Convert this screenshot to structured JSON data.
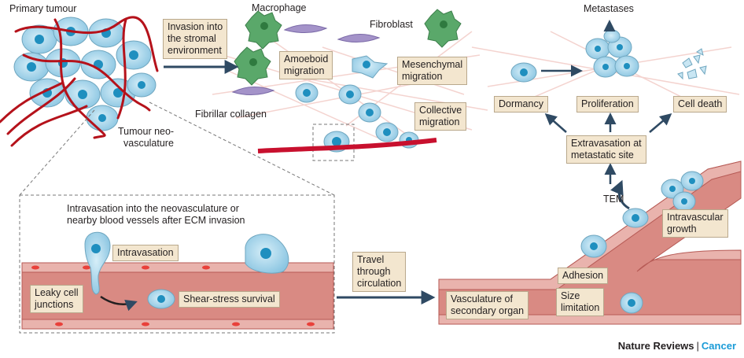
{
  "labels": {
    "primary_tumour": "Primary tumour",
    "tumour_neovasculature": [
      "Tumour neo-",
      "vasculature"
    ],
    "macrophage": "Macrophage",
    "fibroblast": "Fibroblast",
    "fibrillar_collagen": "Fibrillar collagen",
    "metastases": "Metastases",
    "tem": "TEM",
    "intravasation_caption": [
      "Intravasation into the neovasculature or",
      "nearby blood vessels after ECM invasion"
    ]
  },
  "boxes": {
    "invasion": [
      "Invasion into",
      "the stromal",
      "environment"
    ],
    "amoeboid": [
      "Amoeboid",
      "migration"
    ],
    "mesenchymal": [
      "Mesenchymal",
      "migration"
    ],
    "collective": [
      "Collective",
      "migration"
    ],
    "dormancy": "Dormancy",
    "proliferation": "Proliferation",
    "cell_death": "Cell death",
    "extravasation": [
      "Extravasation at",
      "metastatic site"
    ],
    "intravascular_growth": [
      "Intravascular",
      "growth"
    ],
    "intravasation": "Intravasation",
    "leaky_junctions": [
      "Leaky cell",
      "junctions"
    ],
    "shear_stress": "Shear-stress survival",
    "travel": [
      "Travel",
      "through",
      "circulation"
    ],
    "adhesion": "Adhesion",
    "size_limitation": [
      "Size",
      "limitation"
    ],
    "vasculature_secondary": [
      "Vasculature of",
      "secondary organ"
    ]
  },
  "footer": {
    "publisher": "Nature Reviews",
    "separator": "|",
    "journal": "Cancer"
  },
  "colors": {
    "vessel": "#d98a83",
    "vessel_dark": "#b65a55",
    "cell": "#9fd3ea",
    "nucleus": "#1f8fbf",
    "box_fill": "#f3e6cf",
    "macrophage": "#5aa86a",
    "fibroblast": "#a493c9",
    "collagen": "#f2c9c4",
    "blood_vessel_red": "#c8102e",
    "arrow": "#2f4a63"
  }
}
